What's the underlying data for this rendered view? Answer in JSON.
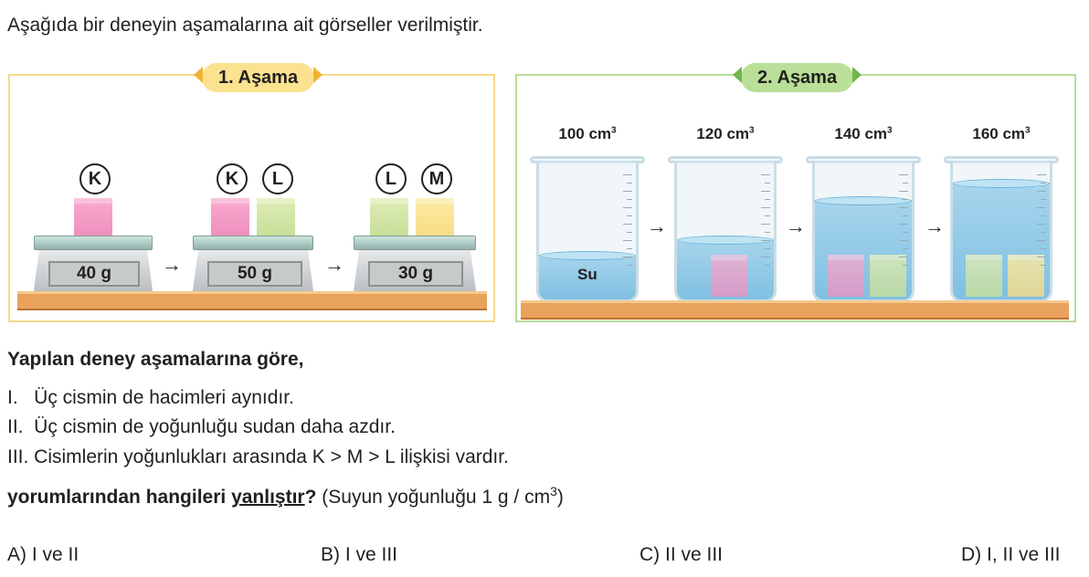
{
  "intro": "Aşağıda bir deneyin aşamalarına ait görseller verilmiştir.",
  "stage1": {
    "title": "1. Aşama",
    "scales": [
      {
        "labels": [
          "K"
        ],
        "reading": "40 g"
      },
      {
        "labels": [
          "K",
          "L"
        ],
        "reading": "50 g"
      },
      {
        "labels": [
          "L",
          "M"
        ],
        "reading": "30 g"
      }
    ],
    "arrow": "→"
  },
  "stage2": {
    "title": "2. Aşama",
    "beakers": [
      {
        "volume": "100 cm",
        "unit_sup": "3",
        "liquid": "Su",
        "water_level": 0.32
      },
      {
        "volume": "120 cm",
        "unit_sup": "3",
        "water_level": 0.43
      },
      {
        "volume": "140 cm",
        "unit_sup": "3",
        "water_level": 0.71
      },
      {
        "volume": "160 cm",
        "unit_sup": "3",
        "water_level": 0.83
      }
    ],
    "arrow": "→"
  },
  "question": {
    "lead": "Yapılan deney aşamalarına göre,",
    "statements": [
      "I.   Üç cismin de hacimleri aynıdır.",
      "II.  Üç cismin de yoğunluğu sudan daha azdır.",
      "III. Cisimlerin yoğunlukları arasında K > M > L ilişkisi vardır."
    ],
    "prompt_start": "yorumlarından hangileri ",
    "prompt_underlined": "yanlıştır",
    "prompt_mark": "?",
    "note": " (Suyun yoğunluğu 1 g / cm",
    "note_sup": "3",
    "note_end": ")"
  },
  "choices": [
    "A) I ve II",
    "B) I ve III",
    "C) II ve III",
    "D) I, II ve III"
  ],
  "colors": {
    "K": "#ef8fbd",
    "L": "#c8df98",
    "M": "#f7dc84",
    "water": "#7fc0e2",
    "shelf": "#e8a25b"
  }
}
